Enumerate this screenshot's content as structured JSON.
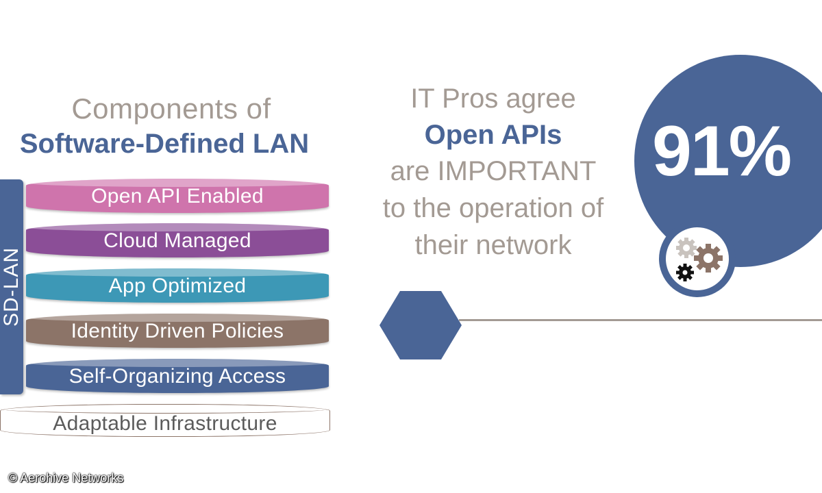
{
  "title": {
    "line1": "Components of",
    "line2": "Software-Defined LAN"
  },
  "stack": {
    "side_label": "SD-LAN",
    "layers": [
      {
        "label": "Open API Enabled",
        "color": "#cf74ac"
      },
      {
        "label": "Cloud Managed",
        "color": "#8b4e97"
      },
      {
        "label": "App Optimized",
        "color": "#3d98b6"
      },
      {
        "label": "Identity Driven Policies",
        "color": "#8c7468"
      },
      {
        "label": "Self-Organizing Access",
        "color": "#4a6596"
      }
    ],
    "base_label": "Adaptable Infrastructure"
  },
  "statement": {
    "line1": "IT Pros agree",
    "line2": "Open APIs",
    "line3": "are IMPORTANT",
    "line4": "to the operation of",
    "line5": "their network"
  },
  "stat": {
    "value": "91%"
  },
  "icons": {
    "badge": "gears-icon",
    "marker": "hexagon-icon"
  },
  "colors": {
    "primary": "#4a6596",
    "muted_text": "#a39a93",
    "accent_brown": "#8c7468"
  },
  "footer": {
    "copyright": "© Aerohive Networks"
  }
}
